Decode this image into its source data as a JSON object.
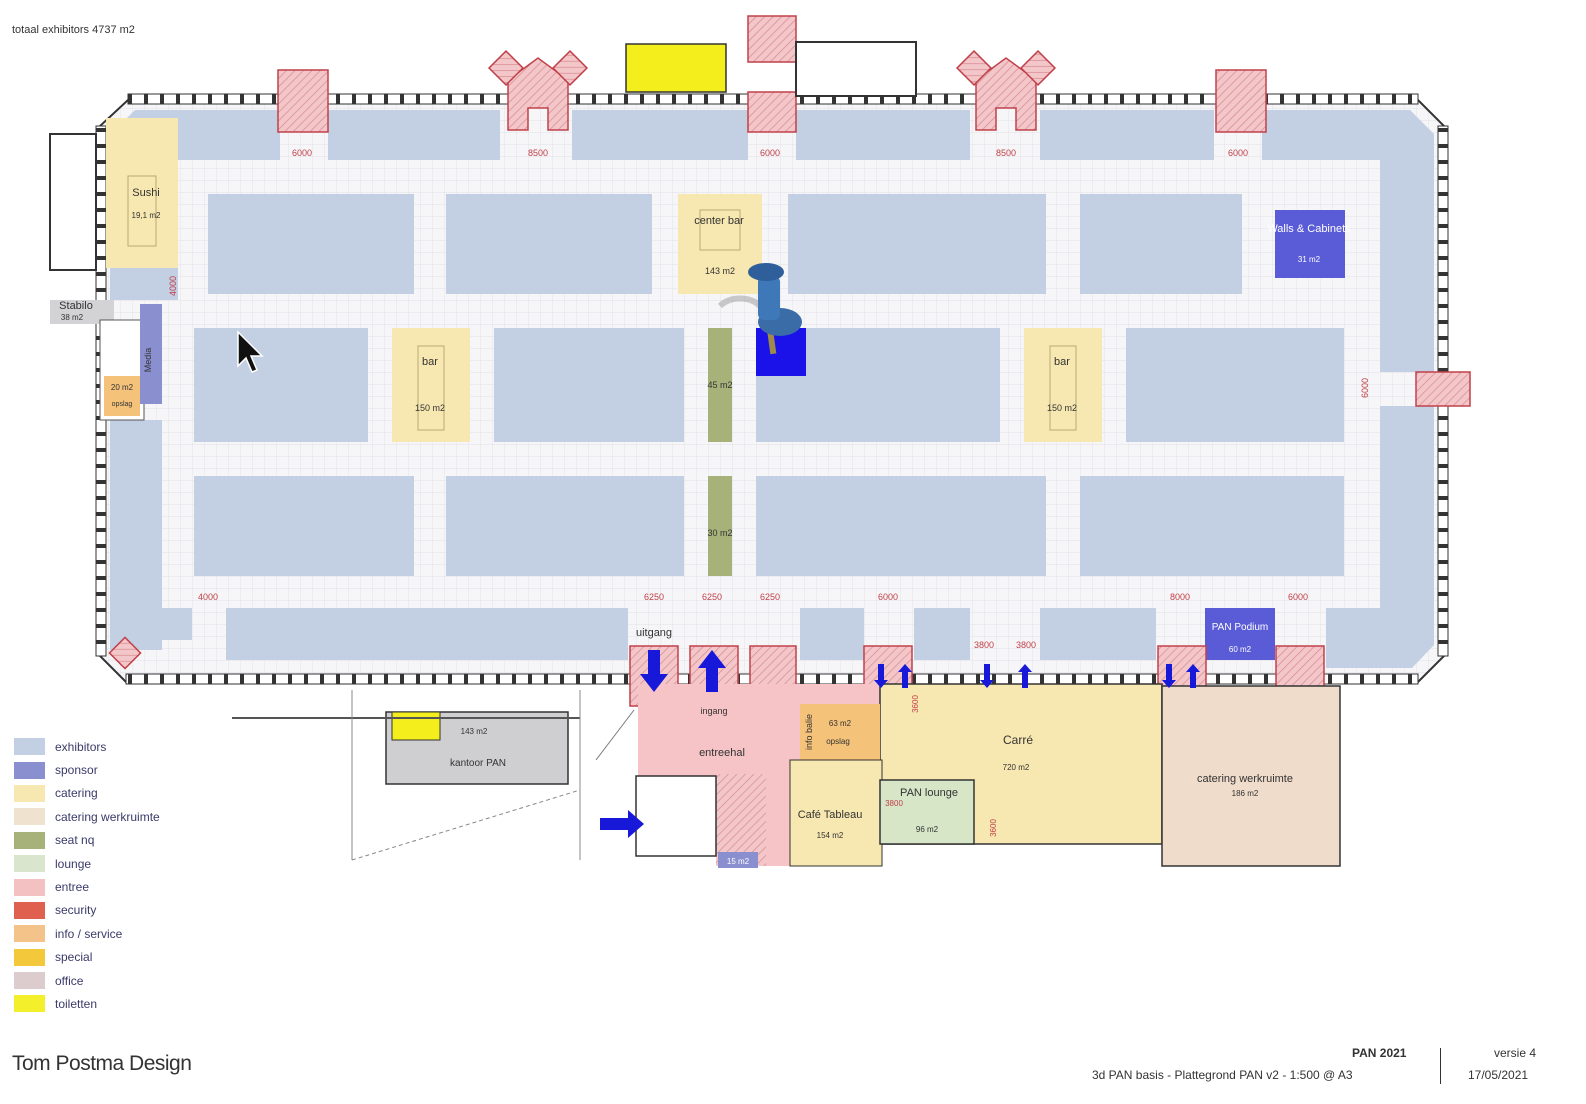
{
  "header": {
    "note": "totaal exhibitors 4737 m2"
  },
  "colors": {
    "exhibitors": "#c3cfe3",
    "sponsor": "#5a5bd6",
    "catering": "#f7e7b0",
    "catering_werkruimte": "#f0dccb",
    "seat_nq": "#9fb56f",
    "lounge": "#d6e6c7",
    "entree": "#f6c3c6",
    "security": "#e25a4a",
    "info_service": "#f5c27a",
    "special": "#f3c92e",
    "office": "#d9c7c7",
    "toiletten": "#f4ee1c",
    "wall_red": "#c0404a",
    "hall_floor": "#f4f4f6",
    "arrow_blue": "#1818d8"
  },
  "hall": {
    "left_rooms": {
      "sushi_title": "Sushi",
      "sushi_area": "19,1 m2",
      "stabilo_title": "Stabilo",
      "stabilo_area": "38 m2",
      "media_label": "Media",
      "small_area": "20 m2",
      "small_sub": "opslag"
    },
    "dims_top": [
      "6000",
      "8500",
      "6000",
      "8500",
      "6000"
    ],
    "dims_bottom": [
      "4000",
      "6250",
      "6250",
      "6250",
      "6000",
      "8000",
      "6000"
    ],
    "dims_side": [
      "4000",
      "6000"
    ],
    "center_bar": {
      "title": "center bar",
      "area": "143 m2"
    },
    "bar_left": {
      "title": "bar",
      "area": "150 m2"
    },
    "bar_right": {
      "title": "bar",
      "area": "150 m2"
    },
    "seat_top": "45 m2",
    "seat_bottom": "30 m2",
    "walls": {
      "title": "Walls & Cabinets",
      "area": "31 m2"
    },
    "podium": {
      "title": "PAN Podium",
      "area": "60 m2"
    },
    "uitgang": "uitgang",
    "ingang": "ingang",
    "dim_3800_a": "3800",
    "dim_3800_b": "3800"
  },
  "lower": {
    "entreehal": "entreehal",
    "info_balie": "info balie",
    "info_area": "63 m2",
    "info_sub": "opslag",
    "carre_title": "Carré",
    "carre_area": "720 m2",
    "cafe_title": "Café Tableau",
    "cafe_area": "154 m2",
    "lounge_title": "PAN lounge",
    "lounge_area": "96 m2",
    "catering_title": "catering werkruimte",
    "catering_area": "186 m2",
    "kantoor": "kantoor PAN",
    "small_office": "143 m2",
    "office_blue": "15 m2",
    "dim_3800": "3800",
    "dim_3600": "3600",
    "dim_side": "3600"
  },
  "legend": [
    {
      "label": "exhibitors",
      "color": "#c3cfe3"
    },
    {
      "label": "sponsor",
      "color": "#8a8fcf"
    },
    {
      "label": "catering",
      "color": "#f7e7b0"
    },
    {
      "label": "catering werkruimte",
      "color": "#efe2cf"
    },
    {
      "label": "seat nq",
      "color": "#a6b27a"
    },
    {
      "label": "lounge",
      "color": "#d9e6cd"
    },
    {
      "label": "entree",
      "color": "#f4c1c2"
    },
    {
      "label": "security",
      "color": "#e0604f"
    },
    {
      "label": "info / service",
      "color": "#f3c38a"
    },
    {
      "label": "special",
      "color": "#f3c83a"
    },
    {
      "label": "office",
      "color": "#dccccd"
    },
    {
      "label": "toiletten",
      "color": "#f3ef2a"
    }
  ],
  "footer": {
    "designer": "Tom Postma Design",
    "project": "PAN 2021",
    "drawing": "3d PAN basis - Plattegrond PAN v2 - 1:500 @ A3",
    "version": "versie 4",
    "date": "17/05/2021"
  }
}
